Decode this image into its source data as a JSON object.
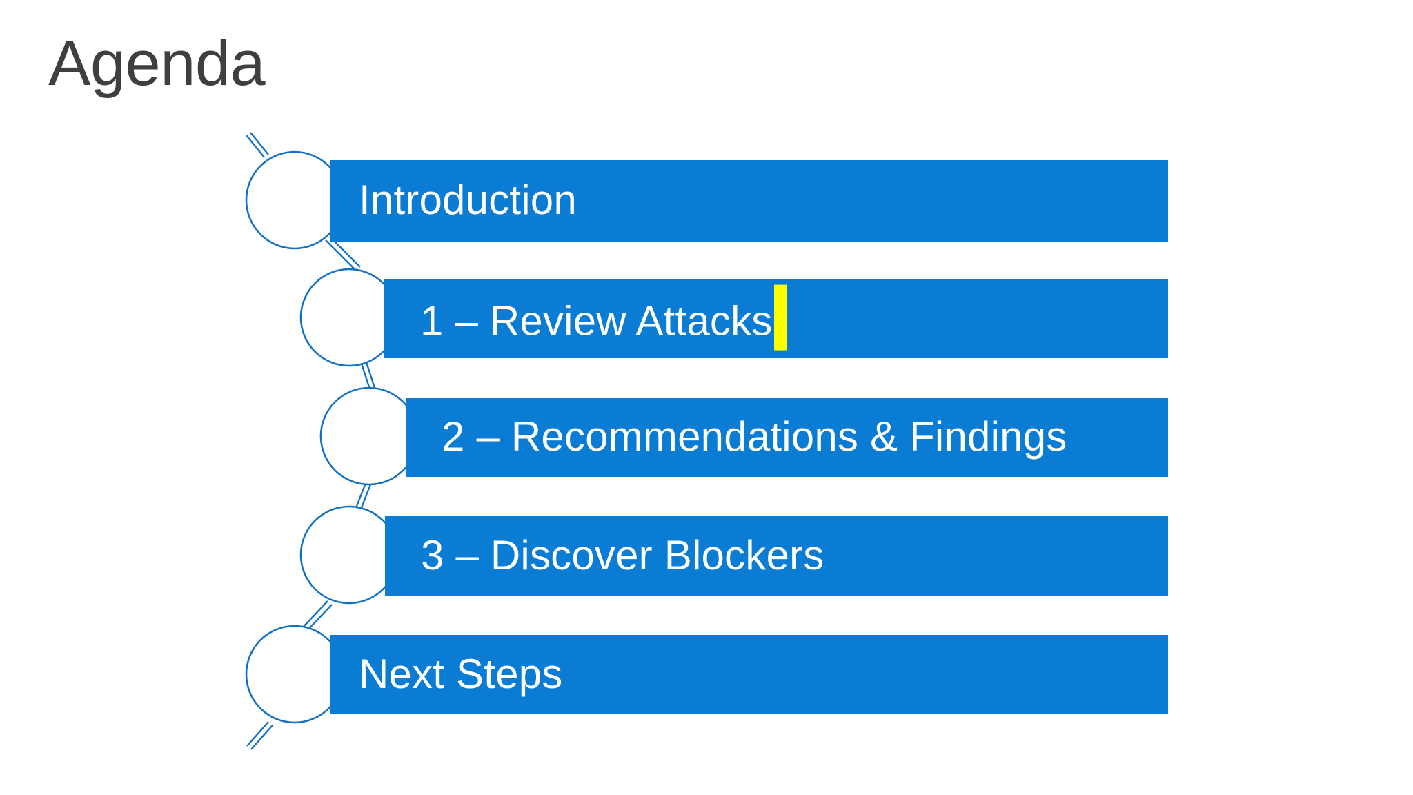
{
  "slide": {
    "title": "Agenda",
    "background_color": "#ffffff",
    "title_color": "#3f3f3f",
    "accent_color": "#0A7CD4",
    "bar_text_color": "#ffffff",
    "cursor_color": "#FFFF00",
    "circle_stroke_color": "#1371C3"
  },
  "agenda": {
    "items": [
      {
        "label": "Introduction",
        "has_cursor": false
      },
      {
        "label": "1 – Review Attacks",
        "has_cursor": true
      },
      {
        "label": "2 – Recommendations & Findings",
        "has_cursor": false
      },
      {
        "label": "3 – Discover Blockers",
        "has_cursor": false
      },
      {
        "label": "Next Steps",
        "has_cursor": false
      }
    ]
  }
}
